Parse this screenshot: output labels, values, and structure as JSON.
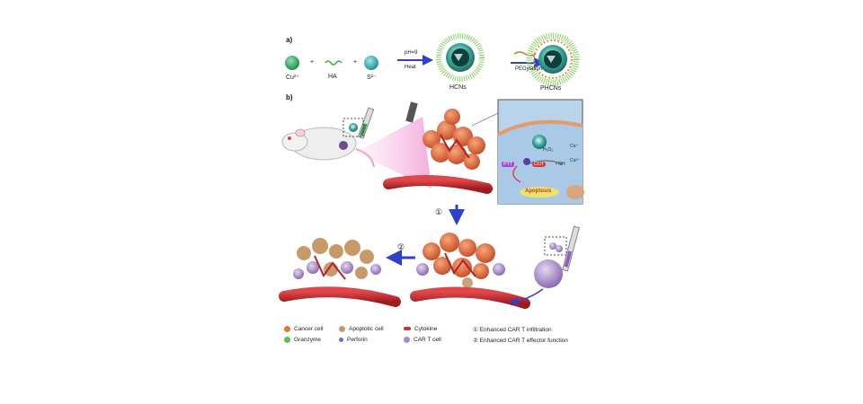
{
  "panel_a": {
    "label": "a)",
    "reagents": [
      {
        "name": "Cu²⁺",
        "color": "#2ea86a"
      },
      {
        "name": "HA",
        "color": "#3cb043"
      },
      {
        "name": "S²⁻",
        "color": "#2fb3b8"
      }
    ],
    "plus": "+",
    "step1_top": "pH=9",
    "step1_bottom": "Heat",
    "product1": "HCNs",
    "step2": "PEGylation",
    "product2": "PHCNs"
  },
  "panel_b": {
    "label": "b)",
    "inset": {
      "ptt": "PTT",
      "cdt": "CDT",
      "h2o2": "H₂O₂",
      "oh": "• OH",
      "cu_plus": "Cu⁺",
      "cu_2plus": "Cu²⁺",
      "apoptosis": "Apoptosis"
    },
    "step1_num": "①",
    "step2_num": "②"
  },
  "legend": {
    "items": [
      {
        "label": "Cancer cell",
        "color": "#e8713c"
      },
      {
        "label": "Apoptotic cell",
        "color": "#c89a6a"
      },
      {
        "label": "Cytokine",
        "color": "#c0392b"
      },
      {
        "label": "Granzyme",
        "color": "#5cc04a"
      },
      {
        "label": "Perforin",
        "color": "#6a6ad8"
      },
      {
        "label": "CAR T cell",
        "color": "#a98ac9"
      }
    ],
    "notes": [
      "① Enhanced CAR T infiltration",
      "② Enhanced CAR T effector function"
    ]
  },
  "colors": {
    "vessel": "#c0292b",
    "tumor": "#e46a3a",
    "arrow": "#2f3fd0",
    "laser": "#f2a6d8"
  }
}
